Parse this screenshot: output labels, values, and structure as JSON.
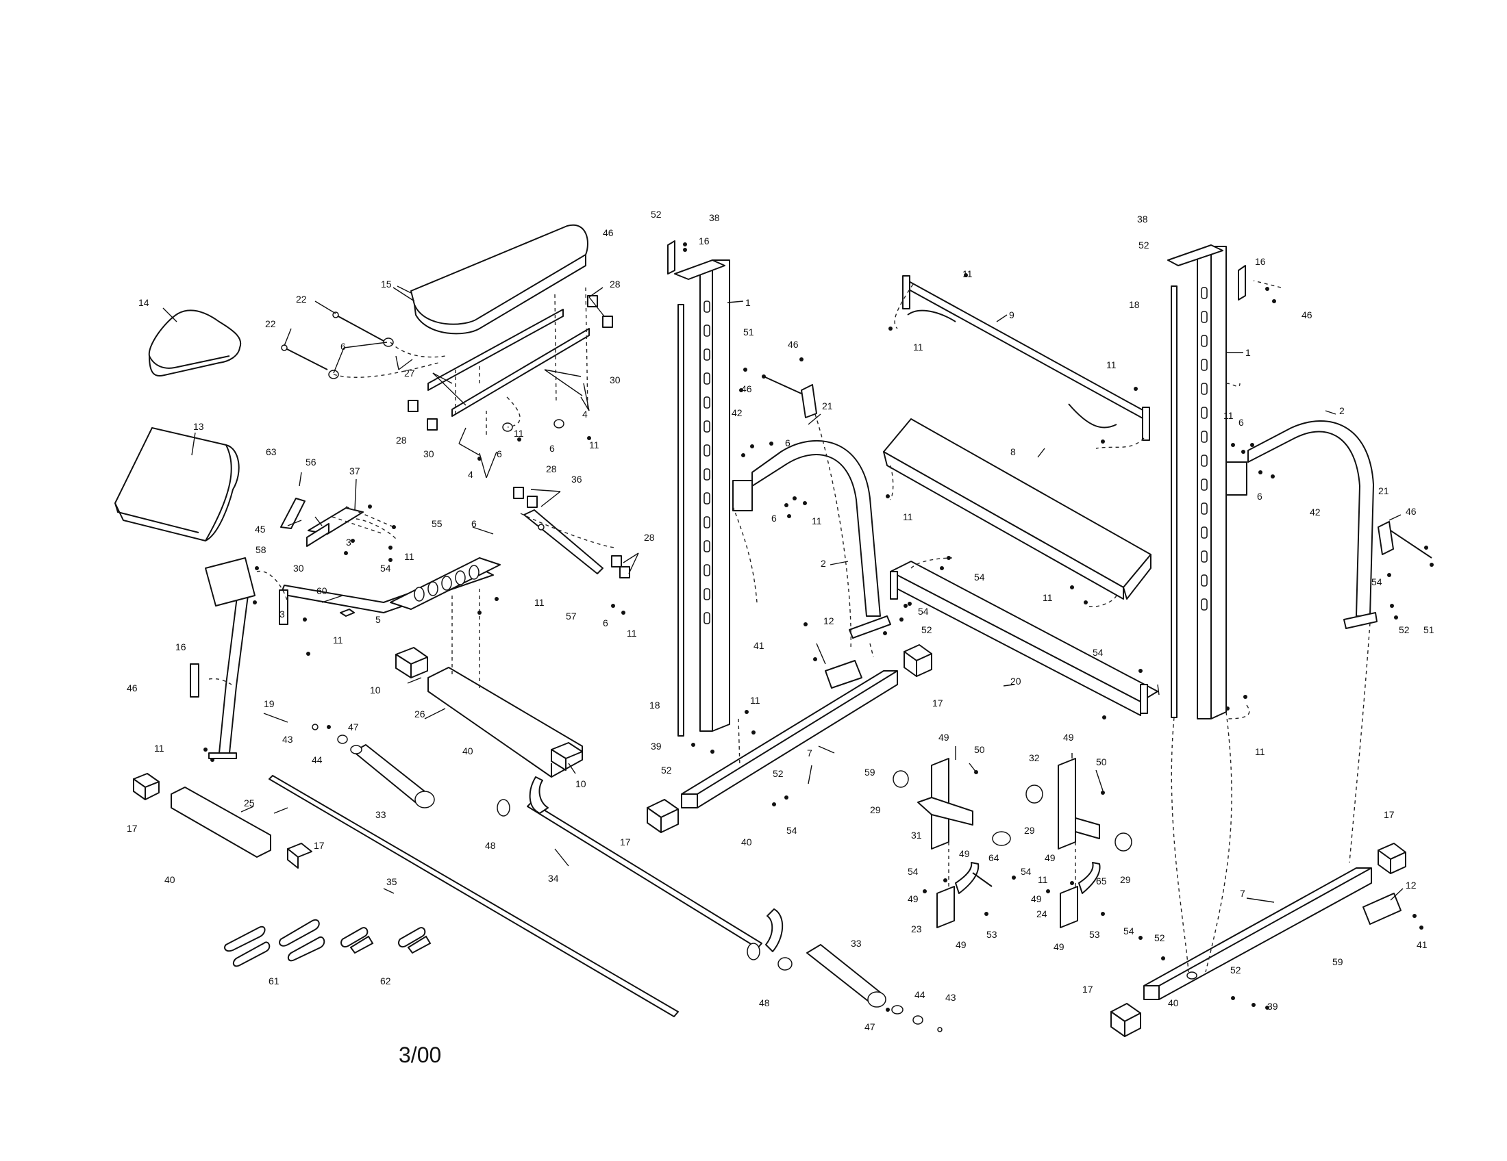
{
  "diagram": {
    "date_code": "3/00",
    "callouts": {
      "p1a": "1",
      "p1b": "1",
      "p2a": "2",
      "p2b": "2",
      "p3a": "3",
      "p3b": "3",
      "p4a": "4",
      "p4b": "4",
      "p5": "5",
      "p6a": "6",
      "p6b": "6",
      "p6c": "6",
      "p6d": "6",
      "p6e": "6",
      "p6f": "6",
      "p6g": "6",
      "p6h": "6",
      "p6i": "6",
      "p7a": "7",
      "p7b": "7",
      "p8": "8",
      "p9": "9",
      "p10a": "10",
      "p10b": "10",
      "p11a": "11",
      "p11b": "11",
      "p11c": "11",
      "p11d": "11",
      "p11e": "11",
      "p11f": "11",
      "p11g": "11",
      "p11h": "11",
      "p11i": "11",
      "p11j": "11",
      "p11k": "11",
      "p11l": "11",
      "p11m": "11",
      "p11n": "11",
      "p11o": "11",
      "p11p": "11",
      "p11q": "11",
      "p12a": "12",
      "p12b": "12",
      "p13": "13",
      "p14": "14",
      "p15": "15",
      "p16a": "16",
      "p16b": "16",
      "p16c": "16",
      "p17a": "17",
      "p17b": "17",
      "p17c": "17",
      "p17d": "17",
      "p17e": "17",
      "p17f": "17",
      "p18a": "18",
      "p18b": "18",
      "p19": "19",
      "p20": "20",
      "p21a": "21",
      "p21b": "21",
      "p22a": "22",
      "p22b": "22",
      "p23": "23",
      "p24": "24",
      "p25": "25",
      "p26": "26",
      "p27": "27",
      "p28a": "28",
      "p28b": "28",
      "p28c": "28",
      "p28d": "28",
      "p29a": "29",
      "p29b": "29",
      "p29c": "29",
      "p30a": "30",
      "p30b": "30",
      "p30c": "30",
      "p31": "31",
      "p32": "32",
      "p33a": "33",
      "p33b": "33",
      "p34": "34",
      "p35": "35",
      "p36": "36",
      "p37": "37",
      "p38a": "38",
      "p38b": "38",
      "p39a": "39",
      "p39b": "39",
      "p40a": "40",
      "p40b": "40",
      "p40c": "40",
      "p40d": "40",
      "p41a": "41",
      "p41b": "41",
      "p42a": "42",
      "p42b": "42",
      "p43a": "43",
      "p43b": "43",
      "p44a": "44",
      "p44b": "44",
      "p45": "45",
      "p46a": "46",
      "p46b": "46",
      "p46c": "46",
      "p46d": "46",
      "p46e": "46",
      "p46f": "46",
      "p47a": "47",
      "p47b": "47",
      "p48a": "48",
      "p48b": "48",
      "p49a": "49",
      "p49b": "49",
      "p49c": "49",
      "p49d": "49",
      "p49e": "49",
      "p49f": "49",
      "p49g": "49",
      "p49h": "49",
      "p50a": "50",
      "p50b": "50",
      "p51a": "51",
      "p51b": "51",
      "p52a": "52",
      "p52b": "52",
      "p52c": "52",
      "p52d": "52",
      "p52e": "52",
      "p52f": "52",
      "p52g": "52",
      "p52h": "52",
      "p53a": "53",
      "p53b": "53",
      "p54a": "54",
      "p54b": "54",
      "p54c": "54",
      "p54d": "54",
      "p54e": "54",
      "p54f": "54",
      "p54g": "54",
      "p54h": "54",
      "p54i": "54",
      "p55": "55",
      "p56": "56",
      "p57": "57",
      "p58": "58",
      "p59a": "59",
      "p59b": "59",
      "p60": "60",
      "p61": "61",
      "p62": "62",
      "p63": "63",
      "p64": "64",
      "p65": "65"
    }
  }
}
